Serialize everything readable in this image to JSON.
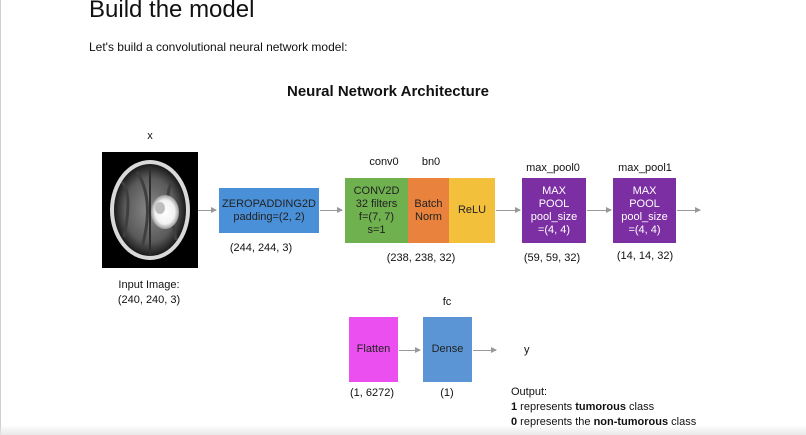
{
  "section": {
    "heading": "Build the model",
    "intro": "Let's build a convolutional neural network model:"
  },
  "figure": {
    "title": "Neural Network Architecture",
    "input_top_label": "x",
    "input_caption_line1": "Input Image:",
    "input_caption_line2": "(240, 240, 3)",
    "zeropad": {
      "line1": "ZEROPADDING2D",
      "line2": "padding=(2, 2)",
      "shape": "(244, 244, 3)",
      "color": "#4a90d9"
    },
    "conv": {
      "top_label": "conv0",
      "lines": [
        "CONV2D",
        "32 filters",
        "f=(7, 7)",
        "s=1"
      ],
      "color": "#6fb04f"
    },
    "bn": {
      "top_label": "bn0",
      "lines": [
        "Batch",
        "Norm"
      ],
      "color": "#e8823d"
    },
    "relu": {
      "label": "ReLU",
      "color": "#f3c03b"
    },
    "conv_block_shape": "(238, 238, 32)",
    "pool0": {
      "top_label": "max_pool0",
      "lines": [
        "MAX",
        "POOL",
        "pool_size",
        "=(4, 4)"
      ],
      "shape": "(59, 59, 32)",
      "color": "#7c2fa3"
    },
    "pool1": {
      "top_label": "max_pool1",
      "lines": [
        "MAX",
        "POOL",
        "pool_size",
        "=(4, 4)"
      ],
      "shape": "(14, 14, 32)",
      "color": "#7c2fa3"
    },
    "flatten": {
      "label": "Flatten",
      "shape": "(1, 6272)",
      "color": "#ec4ff0"
    },
    "dense": {
      "top_label": "fc",
      "label": "Dense",
      "shape": "(1)",
      "color": "#5b95d6"
    },
    "output_y": "y",
    "output": {
      "title": "Output:",
      "line1_num": "1",
      "line1_mid": " represents ",
      "line1_bold": "tumorous",
      "line1_end": " class",
      "line2_num": "0",
      "line2_mid": " represents the ",
      "line2_bold": "non-tumorous",
      "line2_end": " class"
    }
  }
}
